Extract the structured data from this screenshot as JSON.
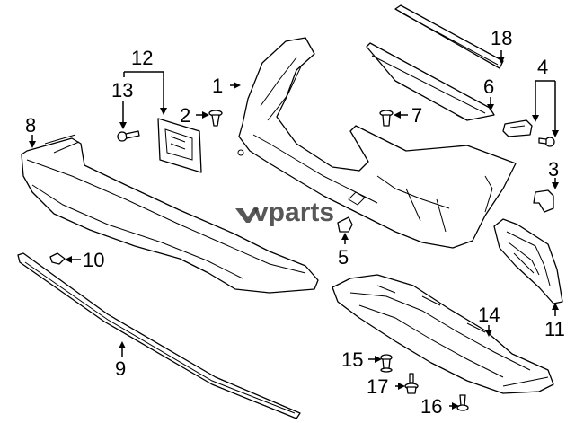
{
  "watermark": {
    "logo_mark": "V",
    "text": "vparts"
  },
  "callouts": {
    "c1": "1",
    "c2": "2",
    "c3": "3",
    "c4": "4",
    "c5": "5",
    "c6": "6",
    "c7": "7",
    "c8": "8",
    "c9": "9",
    "c10": "10",
    "c11": "11",
    "c12": "12",
    "c13": "13",
    "c14": "14",
    "c15": "15",
    "c16": "16",
    "c17": "17",
    "c18": "18"
  }
}
